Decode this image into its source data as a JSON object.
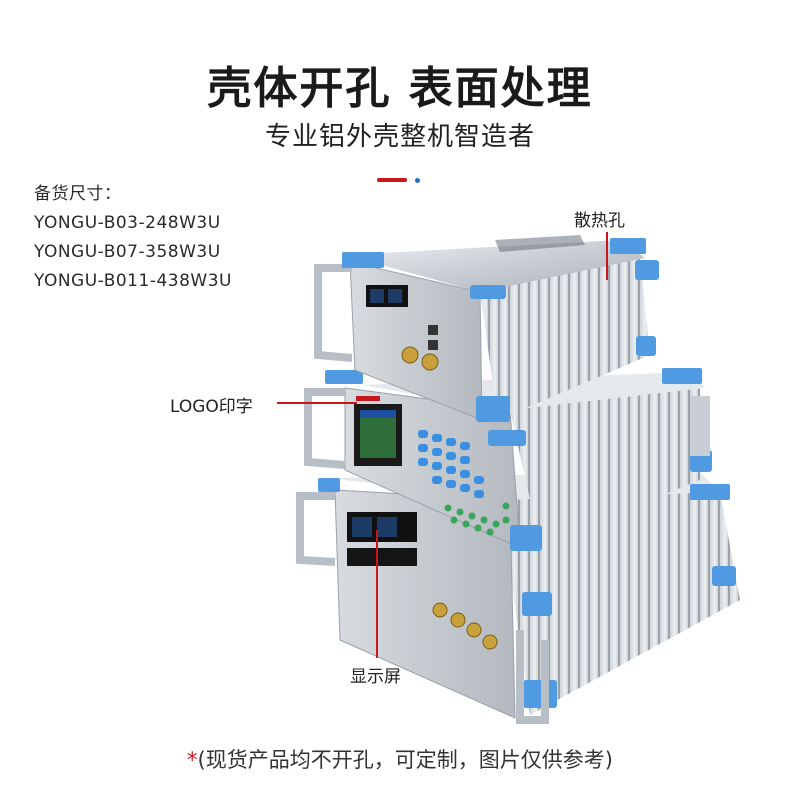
{
  "header": {
    "title": "壳体开孔 表面处理",
    "subtitle": "专业铝外壳整机智造者"
  },
  "spec": {
    "label": "备货尺寸：",
    "models": [
      "YONGU-B03-248W3U",
      "YONGU-B07-358W3U",
      "YONGU-B011-438W3U"
    ]
  },
  "callouts": {
    "vents": "散热孔",
    "logo": "LOGO印字",
    "display": "显示屏"
  },
  "footer": {
    "star": "*",
    "note": "(现货产品均不开孔，可定制，图片仅供参考)"
  },
  "colors": {
    "accent_red": "#c8161d",
    "accent_blue": "#1f6fc8",
    "corner_blue": "#4f9ae0",
    "aluminum": "#c9ced4",
    "key_blue": "#3a8fe0",
    "vent_green": "#3aa35c"
  }
}
